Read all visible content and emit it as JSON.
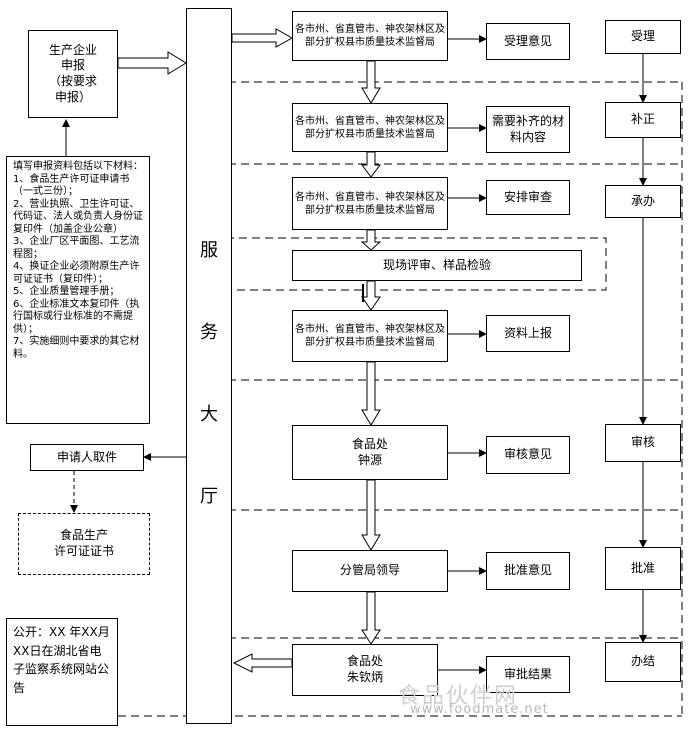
{
  "left": {
    "apply_box": "生产企业\n申报\n（按要求\n申报）",
    "materials": "填写申报资料包括以下材料：\n1、食品生产许可证申请书（一式三份）；\n2、营业执照、卫生许可证、代码证、法人或负责人身份证复印件（加盖企业公章）\n3、企业厂区平面图、工艺流程图；\n4、换证企业必须附原生产许可证证书（复印件）；\n5、企业质量管理手册；\n6、企业标准文本复印件（执行国标或行业标准的不需提供）；\n7、实施细则中要求的其它材料。",
    "pickup": "申请人取件",
    "certificate": "食品生产\n许可证证书",
    "public_notice": "公开：XX 年XX月XX日在湖北省电子监察系统网站公告"
  },
  "hall": [
    "服",
    "务",
    "大",
    "厅"
  ],
  "center": {
    "bureau": "各市州、省直管市、神农架林区及部分扩权县市质量技术监督局",
    "onsite": "现场评审、样品检验",
    "food_dept_1": "食品处\n钟源",
    "branch_leader": "分管局领导",
    "food_dept_2": "食品处\n朱钦炳"
  },
  "outputs": [
    "受理意见",
    "需要补齐的材料内容",
    "安排审查",
    "资料上报",
    "审核意见",
    "批准意见",
    "审批结果"
  ],
  "stages": [
    "受理",
    "补正",
    "承办",
    "审核",
    "批准",
    "办结"
  ],
  "watermark": {
    "cn": "食品伙伴网",
    "url": "www.foodmate.net"
  }
}
